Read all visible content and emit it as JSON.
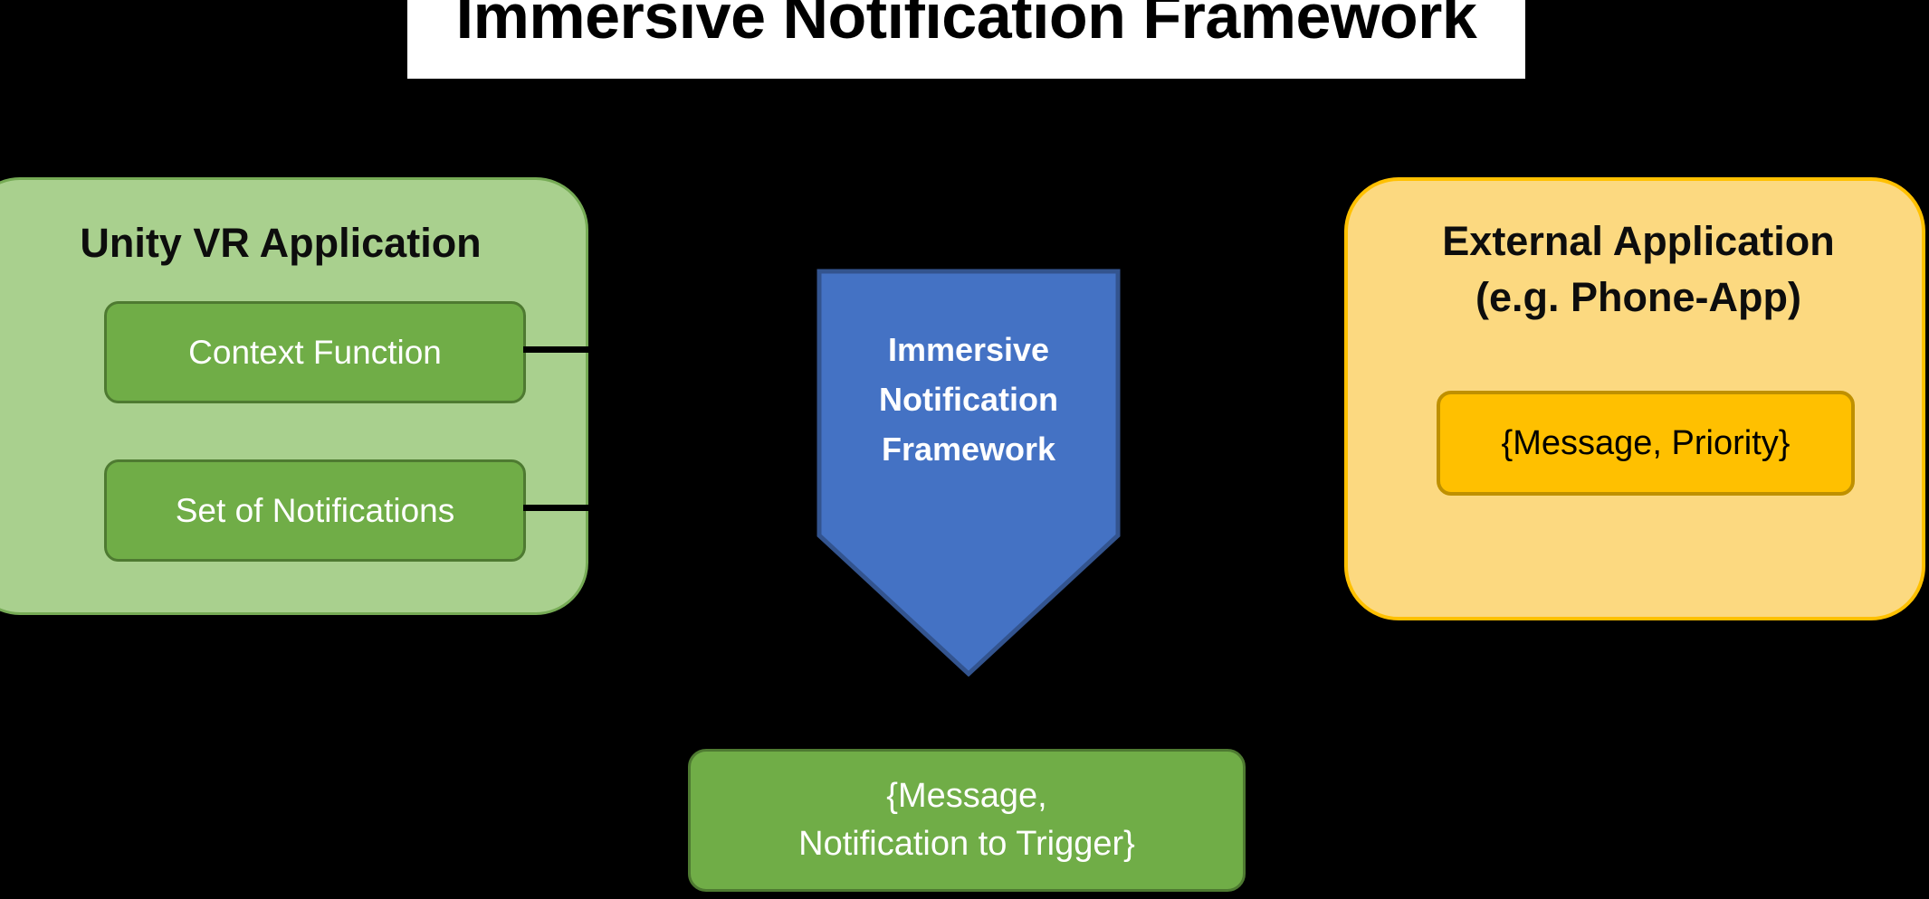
{
  "diagram": {
    "title": "Immersive Notification Framework",
    "background_color": "#000000",
    "unity_panel": {
      "heading": "Unity VR Application",
      "fill_color": "#A9D08E",
      "border_color": "#76AB55",
      "items": [
        {
          "label": "Context Function",
          "fill_color": "#70AD47",
          "text_color": "#FFFFFF"
        },
        {
          "label": "Set of Notifications",
          "fill_color": "#70AD47",
          "text_color": "#FFFFFF"
        }
      ]
    },
    "framework_node": {
      "lines": [
        "Immersive",
        "Notification",
        "Framework"
      ],
      "fill_color": "#4472C4",
      "text_color": "#FFFFFF",
      "shape": "down-pointing-pentagon"
    },
    "external_panel": {
      "heading_lines": [
        "External Application",
        "(e.g. Phone-App)"
      ],
      "fill_color": "#FCD980",
      "border_color": "#FFC000",
      "items": [
        {
          "label": "{Message, Priority}",
          "fill_color": "#FFC000",
          "text_color": "#000000"
        }
      ]
    },
    "output_node": {
      "lines": [
        "{Message,",
        "Notification to Trigger}"
      ],
      "fill_color": "#70AD47",
      "text_color": "#FFFFFF"
    },
    "connectors": [
      {
        "from": "Context Function",
        "to": "Immersive Notification Framework",
        "style": "solid-black-line"
      },
      {
        "from": "Set of Notifications",
        "to": "Immersive Notification Framework",
        "style": "solid-black-line"
      }
    ]
  }
}
